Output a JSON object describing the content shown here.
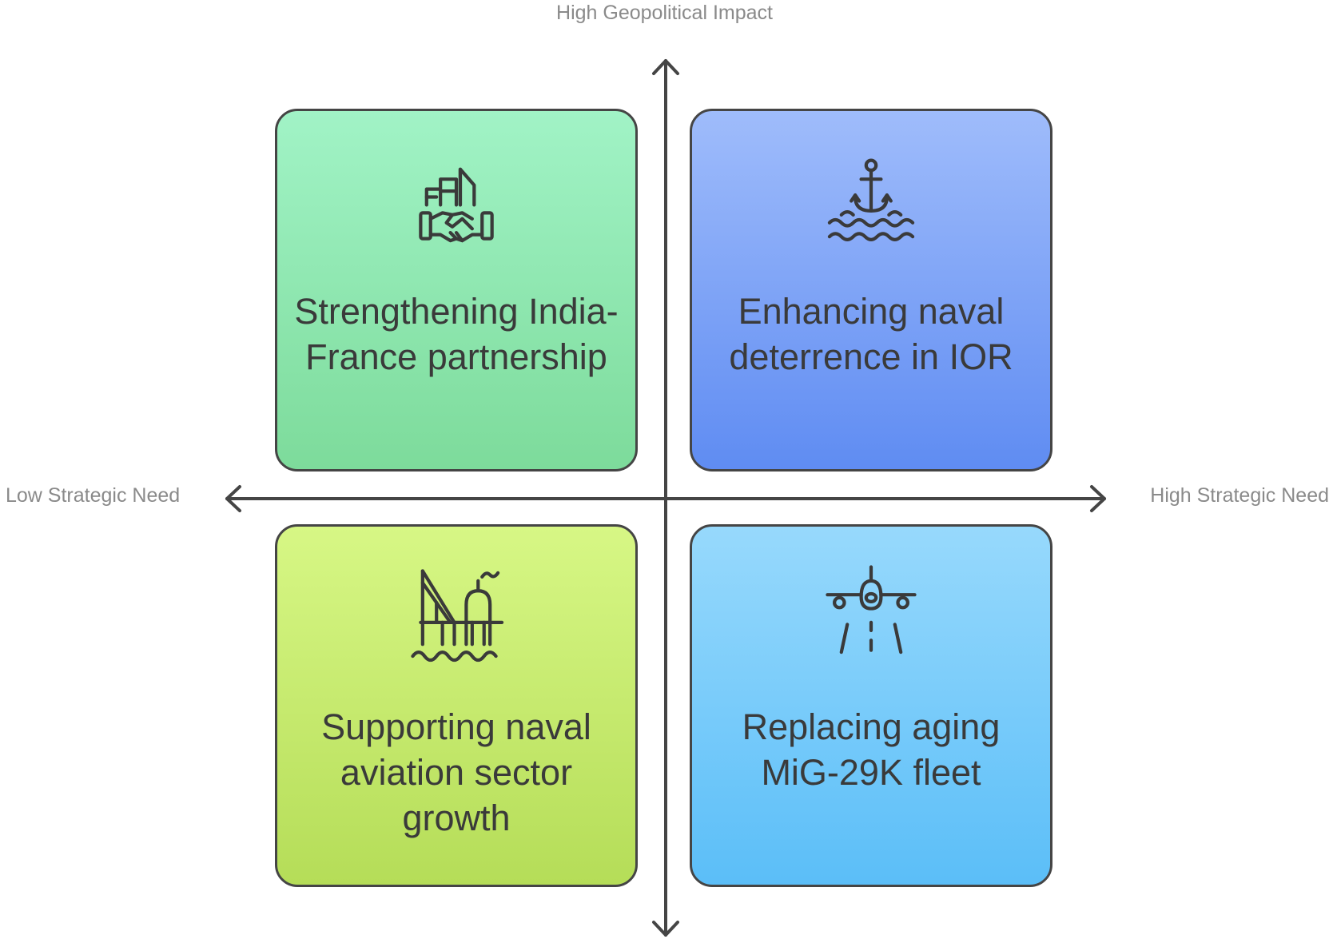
{
  "axes": {
    "top_label": "High Geopolitical Impact",
    "left_label": "Low Strategic Need",
    "right_label": "High Strategic Need"
  },
  "quadrants": [
    {
      "position": "top-left",
      "icon": "handshake-buildings-icon",
      "text": "Strengthening India-France partnership",
      "color": "#8fe8b2"
    },
    {
      "position": "top-right",
      "icon": "anchor-waves-icon",
      "text": "Enhancing naval deterrence in IOR",
      "color": "#7ea5f7"
    },
    {
      "position": "bottom-left",
      "icon": "offshore-platform-icon",
      "text": "Supporting naval aviation sector growth",
      "color": "#c6ea6e"
    },
    {
      "position": "bottom-right",
      "icon": "airplane-runway-icon",
      "text": "Replacing aging MiG-29K fleet",
      "color": "#79ccfa"
    }
  ]
}
